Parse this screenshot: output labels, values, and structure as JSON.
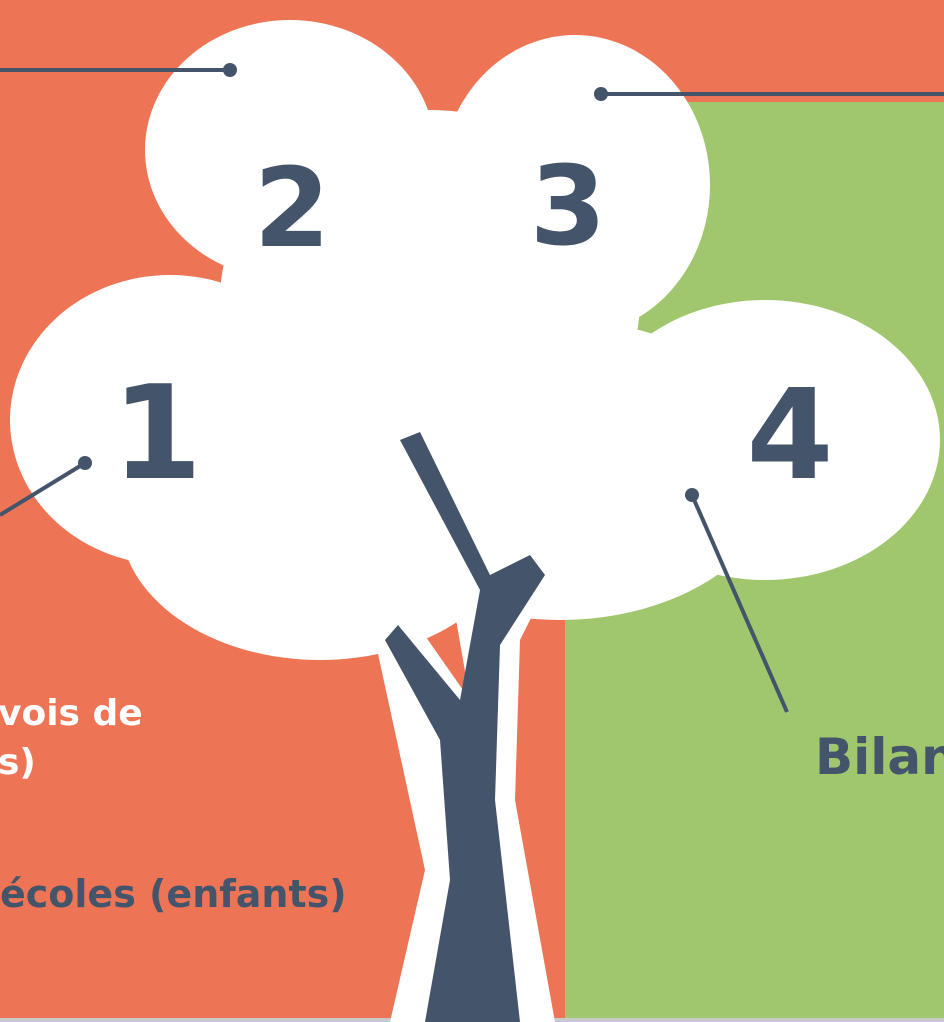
{
  "colors": {
    "orange_panel": "#ED7555",
    "green_panel": "#A1C76E",
    "tree_trunk": "#44546A",
    "canopy": "#FFFFFF",
    "connector": "#44546A"
  },
  "leaves": [
    {
      "number": "1"
    },
    {
      "number": "2"
    },
    {
      "number": "3"
    },
    {
      "number": "4"
    }
  ],
  "left_panel": {
    "text_line_1": "vois de",
    "text_line_2": "s)",
    "text_line_3": "écoles (enfants)"
  },
  "right_panel": {
    "text": "Bilan"
  }
}
